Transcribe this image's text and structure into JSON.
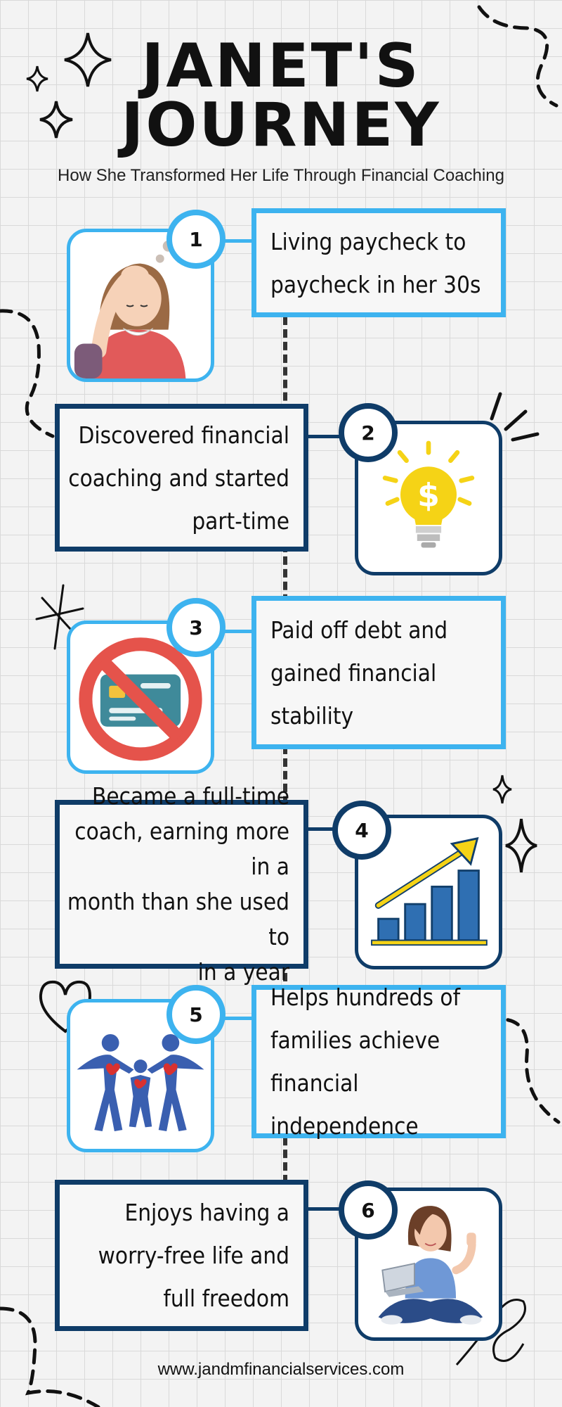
{
  "header": {
    "title_line1": "JANET'S",
    "title_line2": "JOURNEY",
    "subtitle": "How She Transformed Her Life Through Financial Coaching"
  },
  "steps": [
    {
      "number": "1",
      "lines": [
        "Living paycheck to",
        "paycheck in her 30s"
      ],
      "icon": "stressed-woman-icon"
    },
    {
      "number": "2",
      "lines": [
        "Discovered financial",
        "coaching and started",
        "part-time"
      ],
      "icon": "money-lightbulb-icon"
    },
    {
      "number": "3",
      "lines": [
        "Paid off debt and",
        "gained financial",
        "stability"
      ],
      "icon": "no-credit-card-icon"
    },
    {
      "number": "4",
      "lines": [
        "Became a full-time",
        "coach, earning more in a",
        "month than she used to",
        "in a year"
      ],
      "icon": "growth-chart-icon"
    },
    {
      "number": "5",
      "lines": [
        "Helps hundreds of",
        "families achieve",
        "financial independence"
      ],
      "icon": "family-hearts-icon"
    },
    {
      "number": "6",
      "lines": [
        "Enjoys having a",
        "worry-free life and",
        "full freedom"
      ],
      "icon": "relaxed-woman-laptop-icon"
    }
  ],
  "footer": {
    "website": "www.jandmfinancialservices.com"
  },
  "colors": {
    "light_blue": "#3db3ef",
    "dark_blue": "#0f3c68",
    "background": "#f3f3f3"
  }
}
